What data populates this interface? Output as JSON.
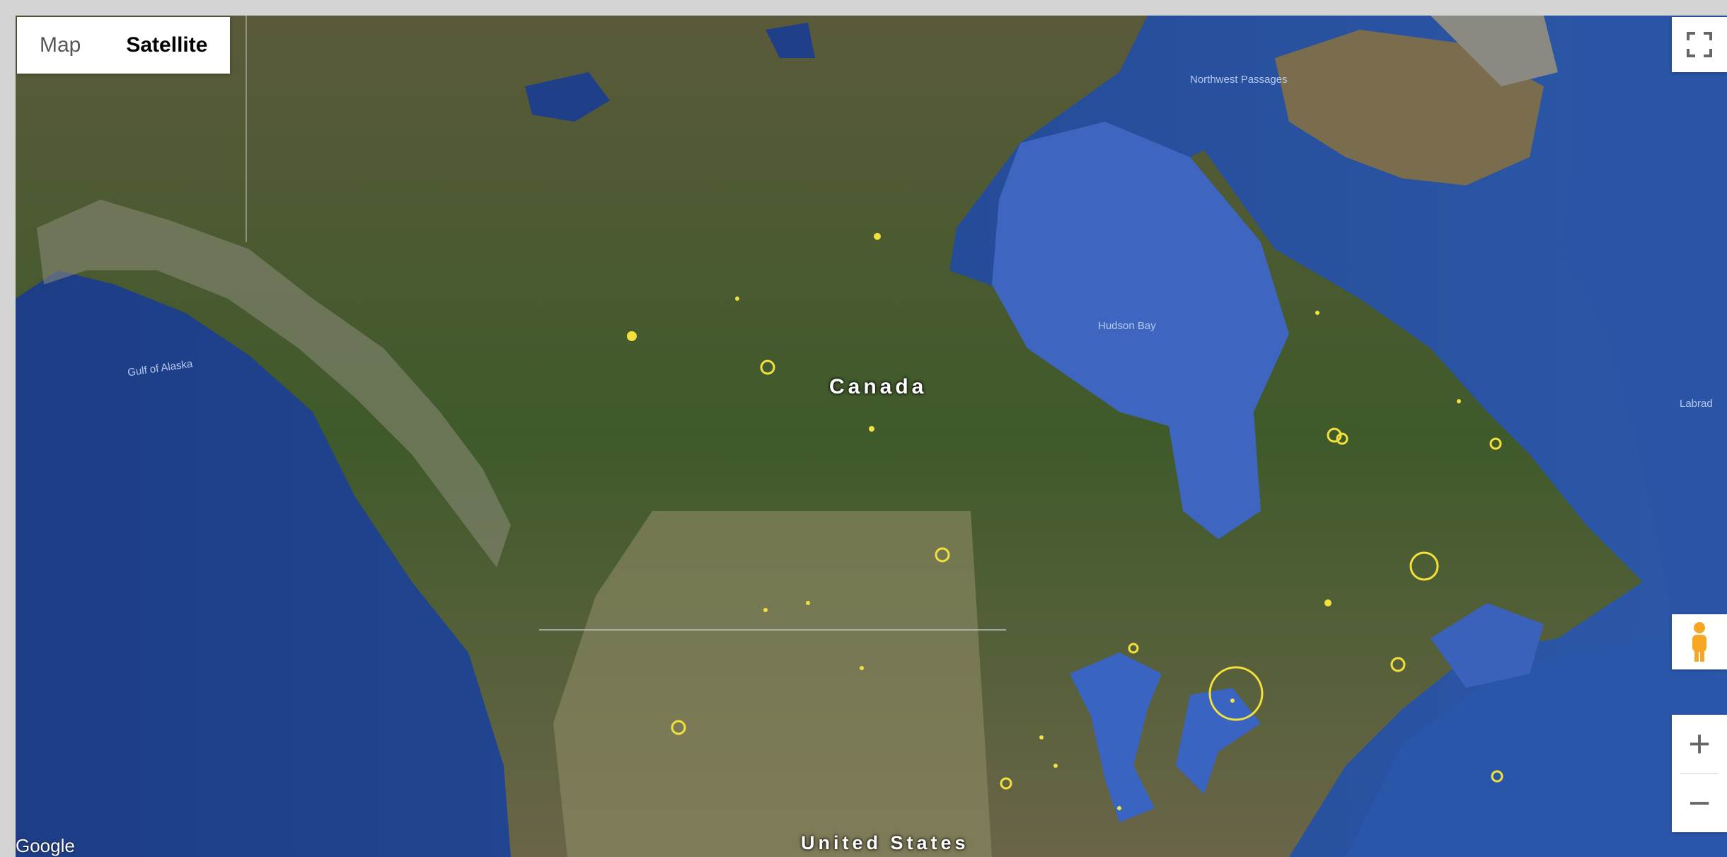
{
  "map_type_control": {
    "map_label": "Map",
    "satellite_label": "Satellite",
    "active": "satellite"
  },
  "labels": {
    "canada": "Canada",
    "united_states": "United States",
    "hudson_bay": "Hudson Bay",
    "gulf_of_alaska": "Gulf of Alaska",
    "northwest_passages": "Northwest Passages",
    "labrador_sea": "Labrad"
  },
  "controls": {
    "fullscreen_icon": "fullscreen-icon",
    "pegman_icon": "pegman-icon",
    "zoom_in_label": "+",
    "zoom_out_label": "−"
  },
  "attribution": {
    "logo": "Google"
  },
  "colors": {
    "marker": "#f2e13c",
    "water": "#2c5296",
    "land": "#4d5a32"
  }
}
